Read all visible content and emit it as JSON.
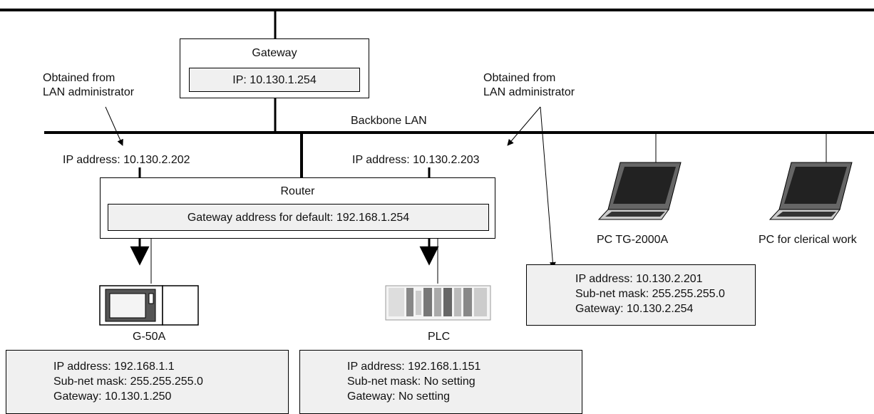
{
  "gateway": {
    "title": "Gateway",
    "ip": "IP: 10.130.1.254"
  },
  "annotations": {
    "left_note": [
      "Obtained from",
      "LAN administrator"
    ],
    "right_note": [
      "Obtained from",
      "LAN administrator"
    ],
    "backbone_label": "Backbone LAN",
    "ip_left": "IP address: 10.130.2.202",
    "ip_right": "IP address: 10.130.2.203"
  },
  "router": {
    "title": "Router",
    "default_gateway": "Gateway address for default: 192.168.1.254"
  },
  "devices": {
    "g50a": {
      "label": "G-50A",
      "icon": "controller-icon"
    },
    "plc": {
      "label": "PLC",
      "icon": "plc-rack-icon"
    },
    "pc_tg": {
      "label": "PC TG-2000A",
      "icon": "laptop-icon"
    },
    "pc_clerical": {
      "label": "PC for clerical work",
      "icon": "laptop-icon"
    }
  },
  "info_boxes": {
    "pc_tg": [
      "IP address: 10.130.2.201",
      "Sub-net mask: 255.255.255.0",
      "Gateway: 10.130.2.254"
    ],
    "g50a": [
      "IP address: 192.168.1.1",
      "Sub-net mask: 255.255.255.0",
      "Gateway: 10.130.1.250"
    ],
    "plc": [
      "IP address: 192.168.1.151",
      "Sub-net mask: No setting",
      "Gateway: No setting"
    ]
  },
  "colors": {
    "box_fill": "#f0f0f0",
    "line": "#000000"
  }
}
